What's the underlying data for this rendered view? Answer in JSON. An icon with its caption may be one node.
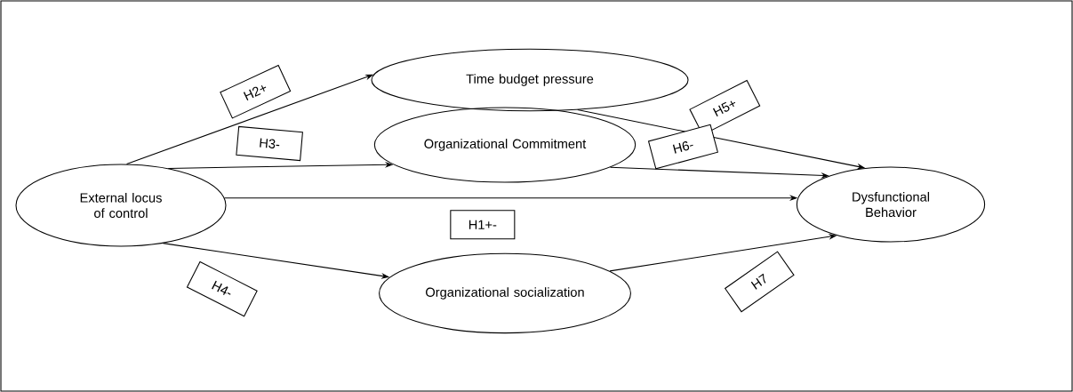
{
  "diagram": {
    "nodes": [
      {
        "text": [
          "External locus of control"
        ]
      },
      {
        "text": [
          "Time budget pressure"
        ]
      },
      {
        "text": [
          "Organizational Commitment"
        ]
      },
      {
        "text": [
          "Organizational socialization"
        ]
      },
      {
        "text": [
          "Dysfunctional Behavior"
        ]
      }
    ],
    "edges": [
      {
        "from": 0,
        "to": 1,
        "arrow": "to",
        "label": "H2+"
      },
      {
        "from": 0,
        "to": 2,
        "arrow": "to",
        "label": "H3-"
      },
      {
        "from": 0,
        "to": 4,
        "arrow": "to",
        "label": "H1+-"
      },
      {
        "from": 0,
        "to": 3,
        "arrow": "to",
        "label": "H4-"
      },
      {
        "from": 1,
        "to": 4,
        "arrow": "to",
        "label": "H5+"
      },
      {
        "from": 2,
        "to": 4,
        "arrow": "to",
        "label": "H6-"
      },
      {
        "from": 3,
        "to": 4,
        "arrow": "to",
        "label": "H7"
      }
    ]
  }
}
